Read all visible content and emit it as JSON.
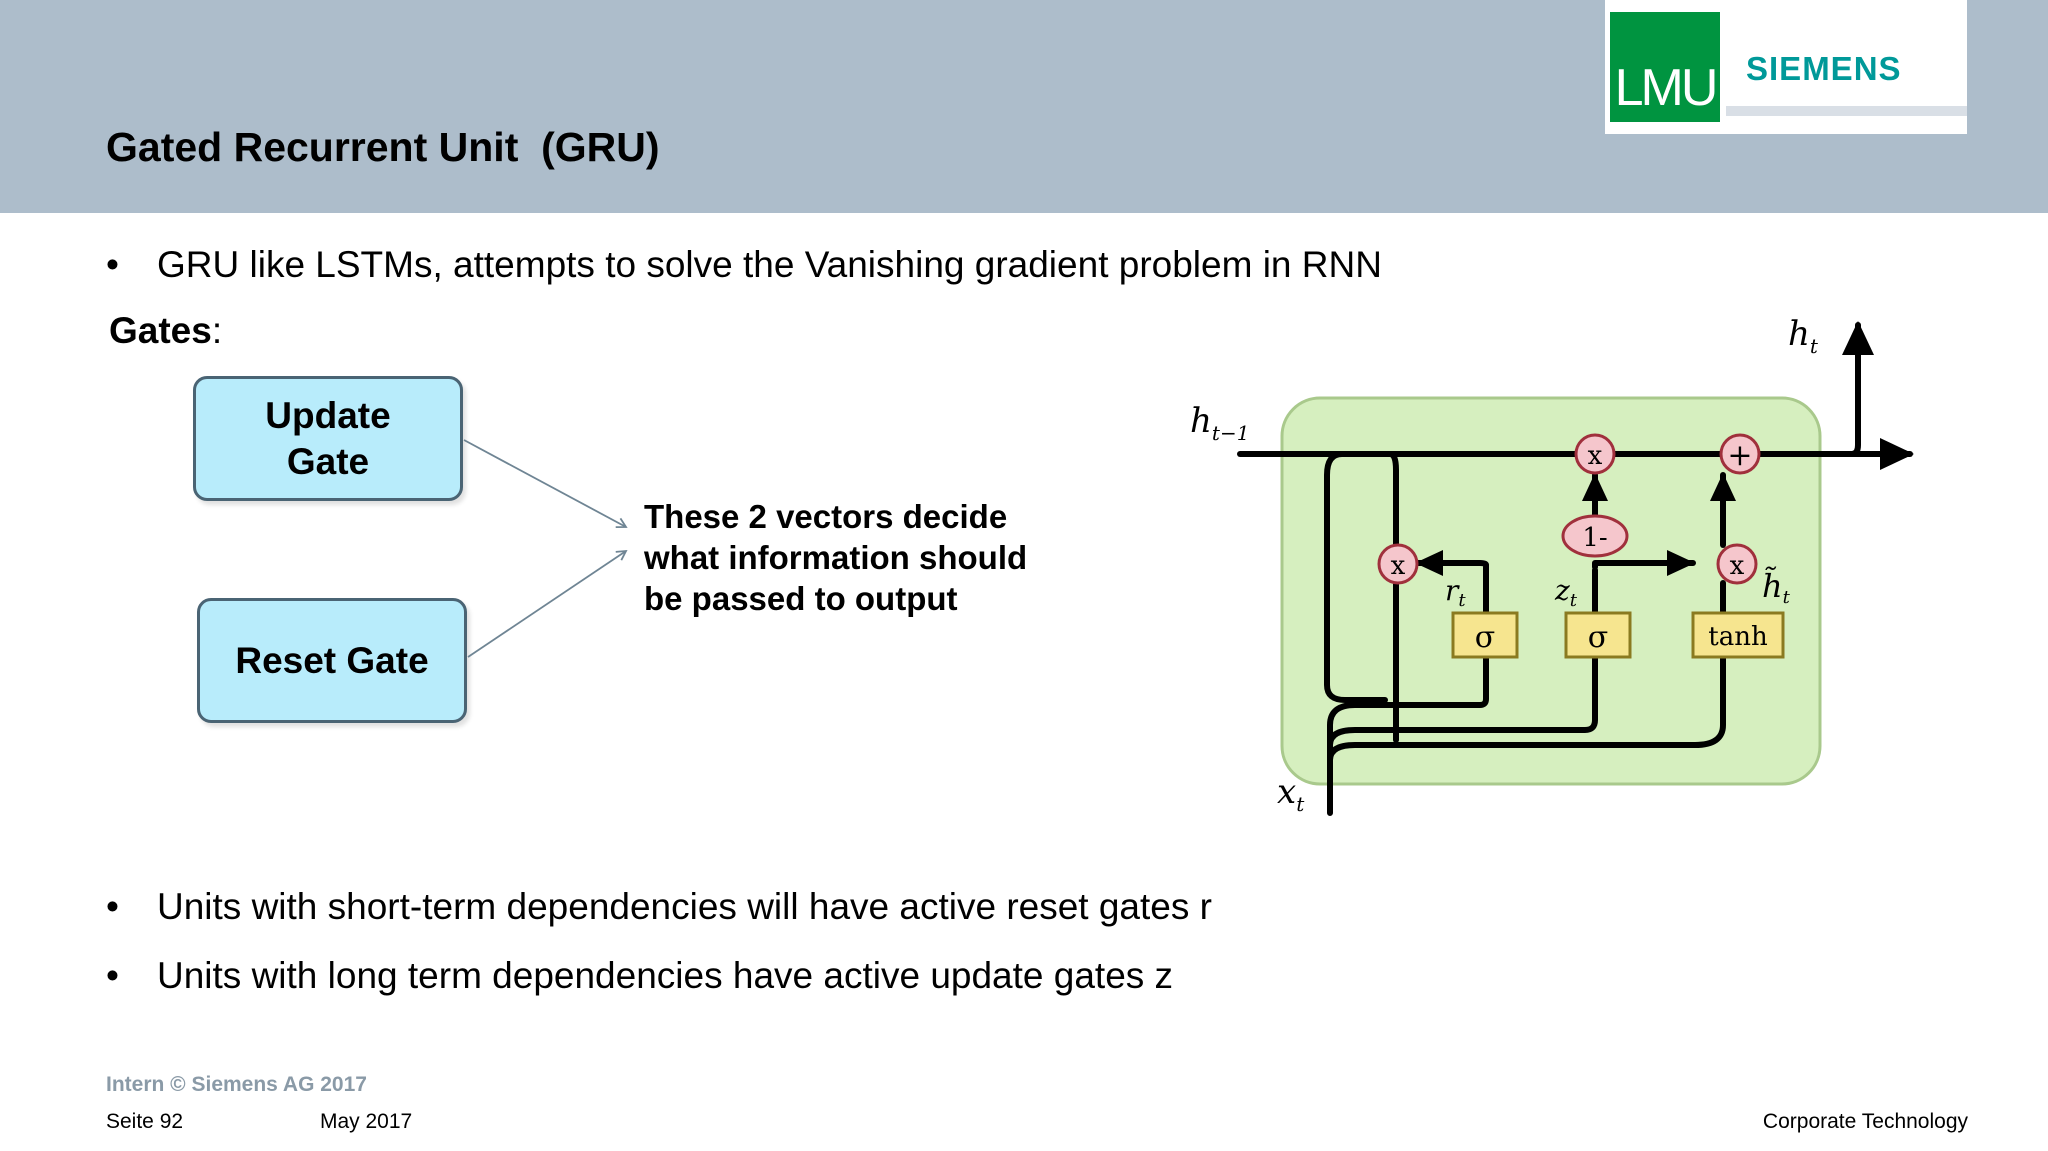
{
  "header": {
    "title": "Gated Recurrent Unit  (GRU)",
    "logo_left_text": "LMU",
    "logo_right_text": "SIEMENS"
  },
  "content": {
    "bullet_1": "GRU like LSTMs, attempts to solve the Vanishing gradient problem in RNN",
    "gates_label": "Gates",
    "gates_colon": ":",
    "update_gate_line1": "Update",
    "update_gate_line2": "Gate",
    "reset_gate": "Reset Gate",
    "gates_note": "These 2 vectors decide what information should be passed to output",
    "bullet_2": "Units with short-term dependencies will have active reset gates r",
    "bullet_3": "Units with long term dependencies have active update gates z",
    "bullet_symbol": "•"
  },
  "diagram": {
    "label_h_t": "h",
    "label_h_t_sub": "t",
    "label_h_prev": "h",
    "label_h_prev_sub": "t−1",
    "label_x_t": "x",
    "label_x_t_sub": "t",
    "label_r_t": "r",
    "label_r_t_sub": "t",
    "label_z_t": "z",
    "label_z_t_sub": "t",
    "label_h_tilde": "h̃",
    "label_h_tilde_sub": "t",
    "op_multiply": "x",
    "op_plus": "+",
    "op_one_minus": "1-",
    "sigma_1": "σ",
    "sigma_2": "σ",
    "tanh": "tanh",
    "colors": {
      "cell_fill": "#d6efbf",
      "cell_border": "#a9c98c",
      "op_fill": "#f5c6cc",
      "op_border": "#a0303c",
      "layer_fill": "#f6e58f",
      "layer_border": "#8a7a20"
    }
  },
  "footer": {
    "intern": "Intern © Siemens AG 2017",
    "page": "Seite 92",
    "date": "May 2017",
    "department": "Corporate Technology"
  }
}
